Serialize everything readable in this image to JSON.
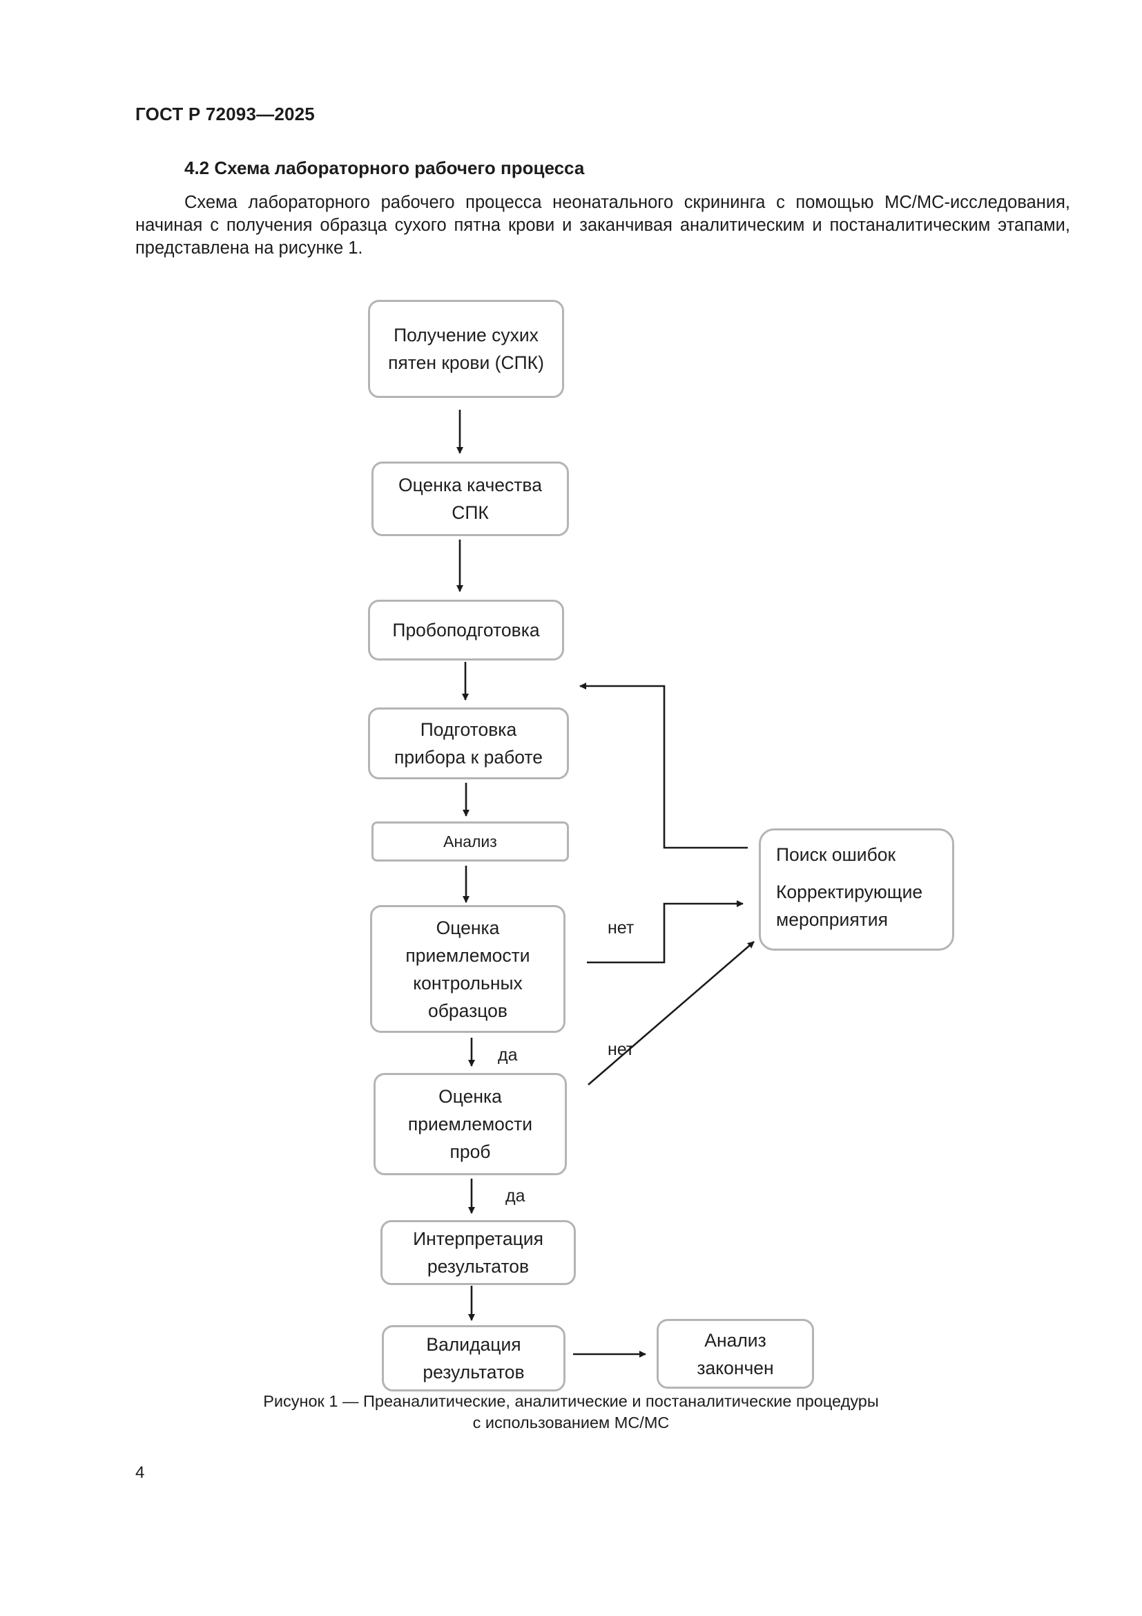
{
  "header": {
    "doc_code": "ГОСТ Р 72093—2025"
  },
  "section": {
    "heading": "4.2 Схема лабораторного рабочего процесса",
    "intro": "Схема лабораторного рабочего процесса неонатального скрининга с помощью МС/МС-исследования, начиная с получения образца сухого пятна крови и заканчивая аналитическим и постаналитическим этапами, представлена на рисунке 1."
  },
  "flowchart": {
    "nodes": {
      "dbs_collection": [
        "Получение сухих",
        "пятен крови (СПК)"
      ],
      "dbs_quality": [
        "Оценка качества",
        "СПК"
      ],
      "sample_prep": [
        "Пробоподготовка"
      ],
      "instrument_prep": [
        "Подготовка",
        "прибора к работе"
      ],
      "analysis": [
        "Анализ"
      ],
      "control_acceptability": [
        "Оценка",
        "приемлемости",
        "контрольных",
        "образцов"
      ],
      "sample_acceptability": [
        "Оценка",
        "приемлемости",
        "проб"
      ],
      "interpretation": [
        "Интерпретация",
        "результатов"
      ],
      "validation": [
        "Валидация",
        "результатов"
      ],
      "analysis_done": [
        "Анализ",
        "закончен"
      ],
      "troubleshooting": [
        "Поиск ошибок",
        "Корректирующие",
        "мероприятия"
      ]
    },
    "labels": {
      "no_controls": "нет",
      "no_samples": "нет",
      "yes_controls": "да",
      "yes_samples": "да"
    }
  },
  "figure": {
    "caption_line1": "Рисунок 1 — Преаналитические, аналитические и постаналитические процедуры",
    "caption_line2": "с использованием МС/МС"
  },
  "footer": {
    "page_number": "4"
  }
}
